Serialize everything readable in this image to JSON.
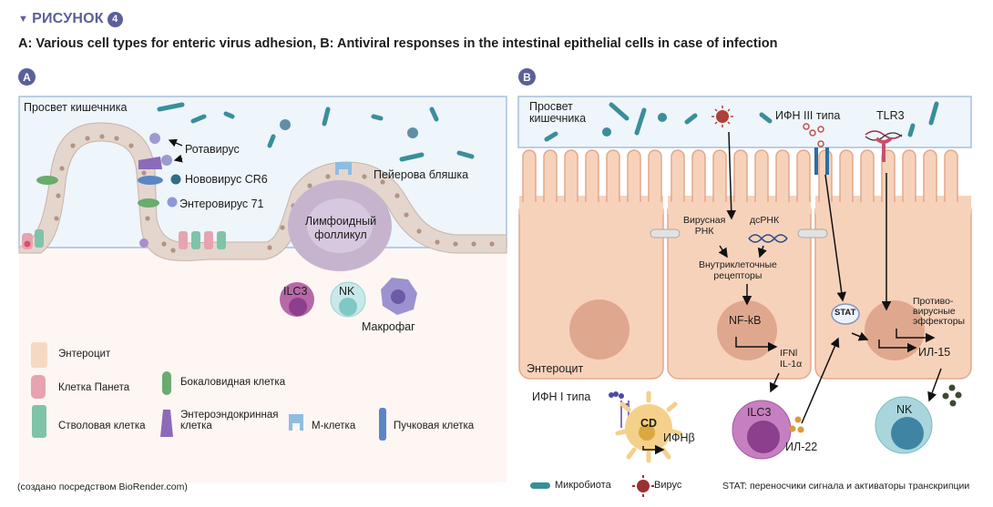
{
  "figure": {
    "label": "РИСУНОК",
    "number": "4",
    "subtitle": "A: Various cell types for enteric virus adhesion, B: Antiviral responses in the intestinal epithelial cells in case of infection",
    "credit": "(создано посредством BioRender.com)"
  },
  "panel_a": {
    "badge": "A",
    "lumen_label": "Просвет кишечника",
    "viruses": [
      {
        "label": "Ротавирус"
      },
      {
        "label": "Нововирус CR6"
      },
      {
        "label": "Энтеровирус 71"
      }
    ],
    "peyer_patch": "Пейерова бляшка",
    "lymphoid_follicle_line1": "Лимфоидный",
    "lymphoid_follicle_line2": "фолликул",
    "immune_cells": {
      "ilc3": "ILC3",
      "nk": "NK",
      "macrophage": "Макрофаг"
    },
    "legend": [
      {
        "label": "Энтероцит",
        "color": "#f6d9c4"
      },
      {
        "label": "Клетка Панета",
        "color": "#e8a3b0"
      },
      {
        "label": "Стволовая клетка",
        "color": "#7fc4a8"
      },
      {
        "label": "Бокаловидная клетка",
        "color": "#6aab6e"
      },
      {
        "label_line1": "Энтероэндокринная",
        "label_line2": "клетка",
        "color": "#8b6bb8"
      },
      {
        "label": "М-клетка",
        "color": "#8fbde0"
      },
      {
        "label": "Пучковая клетка",
        "color": "#5b86c6"
      }
    ]
  },
  "panel_b": {
    "badge": "B",
    "lumen_label_line1": "Просвет",
    "lumen_label_line2": "кишечника",
    "ifn3": "ИФН III типа",
    "tlr3": "TLR3",
    "viral_rna_line1": "Вирусная",
    "viral_rna_line2": "РНК",
    "dsrna": "дсРНК",
    "intracellular_line1": "Внутриклеточные",
    "intracellular_line2": "рецепторы",
    "nfkb": "NF-kB",
    "ifnl": "IFNl",
    "il1a": "IL-1α",
    "stat": "STAT",
    "antiviral_line1": "Противо-",
    "antiviral_line2": "вирусные",
    "antiviral_line3": "эффекторы",
    "il15": "ИЛ-15",
    "enterocyte": "Энтероцит",
    "ifn1": "ИФН I типа",
    "cd": "CD",
    "ifnb": "ИФНβ",
    "ilc3": "ILC3",
    "il22": "ИЛ-22",
    "nk": "NK",
    "legend": {
      "microbiota": "Микробиота",
      "virus": "Вирус",
      "stat_note": "STAT: переносчики сигнала и активаторы транскрипции"
    },
    "colors": {
      "microbiota": "#3a8e9a",
      "virus": "#b0403a",
      "cell": "#f7d2bb",
      "nucleus": "#dfa88e"
    }
  }
}
